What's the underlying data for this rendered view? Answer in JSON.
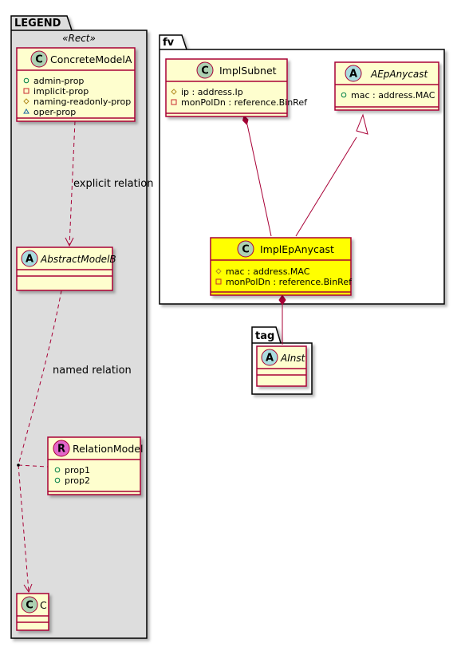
{
  "packages": {
    "legend": "LEGEND",
    "fv": "fv",
    "tag": "tag"
  },
  "legend": {
    "stereotype": "«Rect»",
    "concrete": {
      "name": "ConcreteModelA",
      "kind": "C",
      "props": [
        {
          "vis": "+",
          "name": "admin-prop"
        },
        {
          "vis": "-",
          "name": "implicit-prop"
        },
        {
          "vis": "#",
          "name": "naming-readonly-prop"
        },
        {
          "vis": "~",
          "name": "oper-prop"
        }
      ]
    },
    "explicit_label": "explicit relation",
    "abstract": {
      "name": "AbstractModelB",
      "kind": "A"
    },
    "named_label": "named relation",
    "relation": {
      "name": "RelationModel",
      "kind": "R",
      "props": [
        {
          "vis": "+",
          "name": "prop1"
        },
        {
          "vis": "+",
          "name": "prop2"
        }
      ]
    },
    "c_class": {
      "name": "C",
      "kind": "C"
    }
  },
  "fv": {
    "impl_subnet": {
      "name": "ImplSubnet",
      "kind": "C",
      "props": [
        {
          "vis": "#",
          "name": "ip : address.Ip"
        },
        {
          "vis": "-",
          "name": "monPolDn : reference.BinRef"
        }
      ]
    },
    "aep_anycast": {
      "name": "AEpAnycast",
      "kind": "A",
      "props": [
        {
          "vis": "+",
          "name": "mac : address.MAC"
        }
      ]
    },
    "impl_ep_anycast": {
      "name": "ImplEpAnycast",
      "kind": "C",
      "props": [
        {
          "vis": "#",
          "name": "mac : address.MAC"
        },
        {
          "vis": "-",
          "name": "monPolDn : reference.BinRef"
        }
      ]
    }
  },
  "tag": {
    "ainst": {
      "name": "AInst",
      "kind": "A"
    }
  },
  "colors": {
    "class_fill": "#FEFECE",
    "class_border": "#A80036",
    "highlight_fill": "#FFFF00",
    "legend_bg": "#DDDDDD",
    "circle_c": "#ADD1B2",
    "circle_a": "#A9DCDF",
    "circle_r": "#E266C9",
    "line": "#A80036"
  }
}
